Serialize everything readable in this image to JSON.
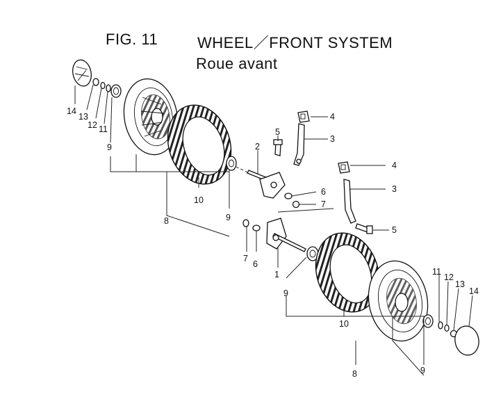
{
  "header": {
    "fig_label": "FIG. 11",
    "title": "WHEEL／FRONT SYSTEM",
    "subtitle": "Roue avant"
  },
  "callouts": {
    "a14": "14",
    "a13": "13",
    "a12": "12",
    "a11": "11",
    "a9a": "9",
    "a2": "2",
    "a5": "5",
    "a4": "4",
    "a3": "3",
    "a10": "10",
    "a9b": "9",
    "a8": "8",
    "a6": "6",
    "a7": "7",
    "b4": "4",
    "b3": "3",
    "b5": "5",
    "b7": "7",
    "b6": "6",
    "b1": "1",
    "b9a": "9",
    "b10": "10",
    "b11": "11",
    "b12": "12",
    "b13": "13",
    "b14": "14",
    "b8": "8",
    "b9b": "9"
  }
}
